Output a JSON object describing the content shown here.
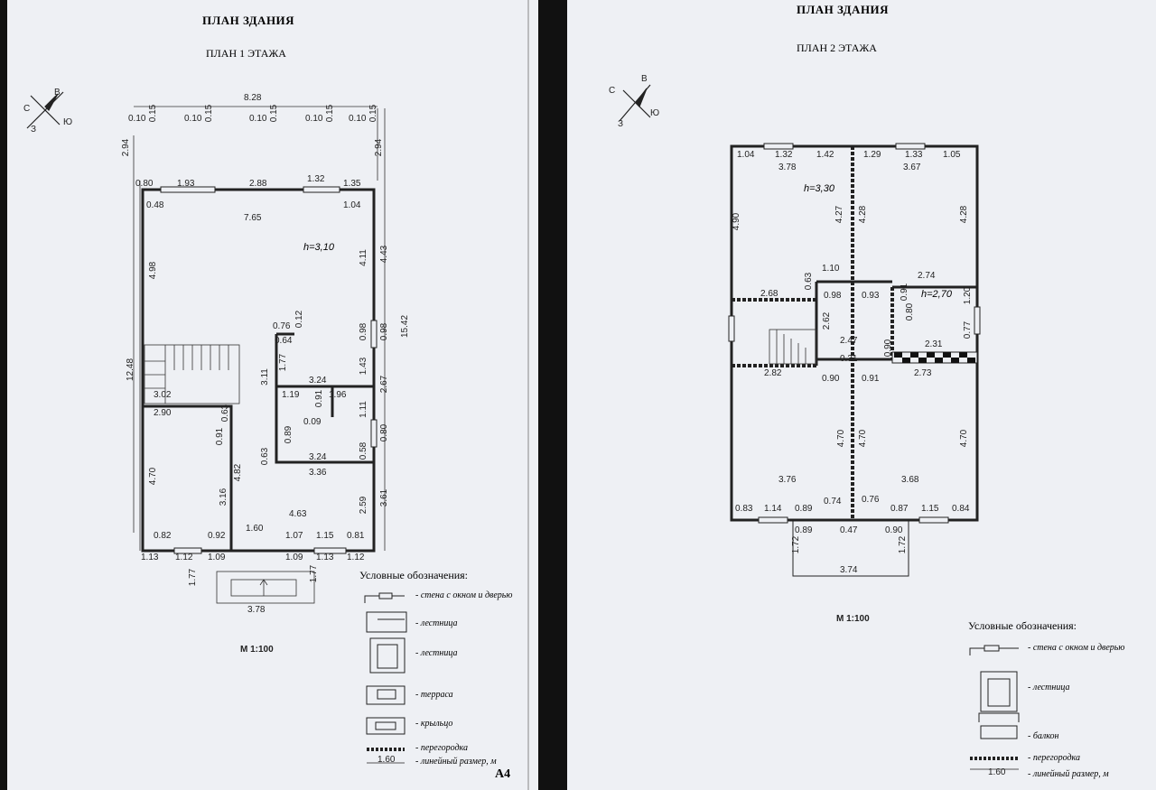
{
  "left": {
    "title": "ПЛАН ЗДАНИЯ",
    "subtitle": "ПЛАН 1 ЭТАЖА",
    "compass": [
      "С",
      "В",
      "З",
      "Ю"
    ],
    "height_label": "h=3,10",
    "scale": "М 1:100",
    "sheet": "А4",
    "legend_title": "Условные обозначения:",
    "legend": [
      "- стена с окном и дверью",
      "- лестница",
      "- лестница",
      "- терраса",
      "- крыльцо",
      "- перегородка",
      "- линейный размер, м"
    ],
    "legend_dim": "1.60",
    "dims": {
      "overall": "8.28",
      "d010a": "0.10",
      "d015a": "0.15",
      "d010b": "0.10",
      "d015b": "0.15",
      "d010c": "0.10",
      "d015c": "0.15",
      "d010d": "0.10",
      "d015d": "0.15",
      "d010e": "0.10",
      "d015e": "0.15",
      "l294": "2.94",
      "r294": "2.94",
      "t080": "0.80",
      "t193": "1.93",
      "t288": "2.88",
      "t132": "1.32",
      "t135": "1.35",
      "n048": "0.48",
      "n765": "7.65",
      "n104": "1.04",
      "n498": "4.98",
      "n411": "4.11",
      "n443": "4.43",
      "n076": "0.76",
      "n012": "0.12",
      "n064": "0.64",
      "n098a": "0.98",
      "n098b": "0.98",
      "n1542": "15.42",
      "n1248": "12.48",
      "n177": "1.77",
      "n311": "3.11",
      "n324a": "3.24",
      "n143": "1.43",
      "n267": "2.67",
      "n302": "3.02",
      "n119": "1.19",
      "n091": "0.91",
      "n196": "1.96",
      "n290": "2.90",
      "n063a": "0.63",
      "n111": "1.11",
      "n009": "0.09",
      "n091b": "0.91",
      "n089": "0.89",
      "n080": "0.80",
      "n063b": "0.63",
      "n324b": "3.24",
      "n058": "0.58",
      "n470": "4.70",
      "n482": "4.82",
      "n336": "3.36",
      "n316": "3.16",
      "n259": "2.59",
      "n361": "3.61",
      "n463": "4.63",
      "n160": "1.60",
      "n082": "0.82",
      "n092": "0.92",
      "n107": "1.07",
      "n115": "1.15",
      "n081": "0.81",
      "b113a": "1.13",
      "b112a": "1.12",
      "b109a": "1.09",
      "b109b": "1.09",
      "b113b": "1.13",
      "b112b": "1.12",
      "p177a": "1.77",
      "p177b": "1.77",
      "p378": "3.78"
    }
  },
  "right": {
    "title": "ПЛАН ЗДАНИЯ",
    "subtitle": "ПЛАН 2 ЭТАЖА",
    "compass": [
      "С",
      "В",
      "З",
      "Ю"
    ],
    "height_a": "h=3,30",
    "height_b": "h=2,70",
    "scale": "М 1:100",
    "legend_title": "Условные обозначения:",
    "legend": [
      "- стена с окном и дверью",
      "- лестница",
      "- балкон",
      "- перегородка",
      "- линейный размер, м"
    ],
    "legend_dim": "1.60",
    "dims": {
      "t104": "1.04",
      "t132": "1.32",
      "t142": "1.42",
      "t129": "1.29",
      "t133": "1.33",
      "t105": "1.05",
      "n378": "3.78",
      "n367": "3.67",
      "n490": "4.90",
      "n427": "4.27",
      "n428a": "4.28",
      "n428b": "4.28",
      "n110": "1.10",
      "n274": "2.74",
      "n268": "2.68",
      "n063": "0.63",
      "n098": "0.98",
      "n093": "0.93",
      "n091a": "0.91",
      "n120": "1.20",
      "n262": "2.62",
      "n080": "0.80",
      "n077": "0.77",
      "n247": "2.47",
      "n090a": "0.90",
      "n231": "2.31",
      "n031": "0.31",
      "n282": "2.82",
      "n273": "2.73",
      "n090b": "0.90",
      "n091b": "0.91",
      "n470a": "4.70",
      "n470b": "4.70",
      "n470c": "4.70",
      "n376": "3.76",
      "n368": "3.68",
      "n074": "0.74",
      "n076": "0.76",
      "b083": "0.83",
      "b114": "1.14",
      "b089": "0.89",
      "b087": "0.87",
      "b115": "1.15",
      "b084": "0.84",
      "c089": "0.89",
      "c047": "0.47",
      "c090": "0.90",
      "c172a": "1.72",
      "c172b": "1.72",
      "c374": "3.74"
    }
  }
}
